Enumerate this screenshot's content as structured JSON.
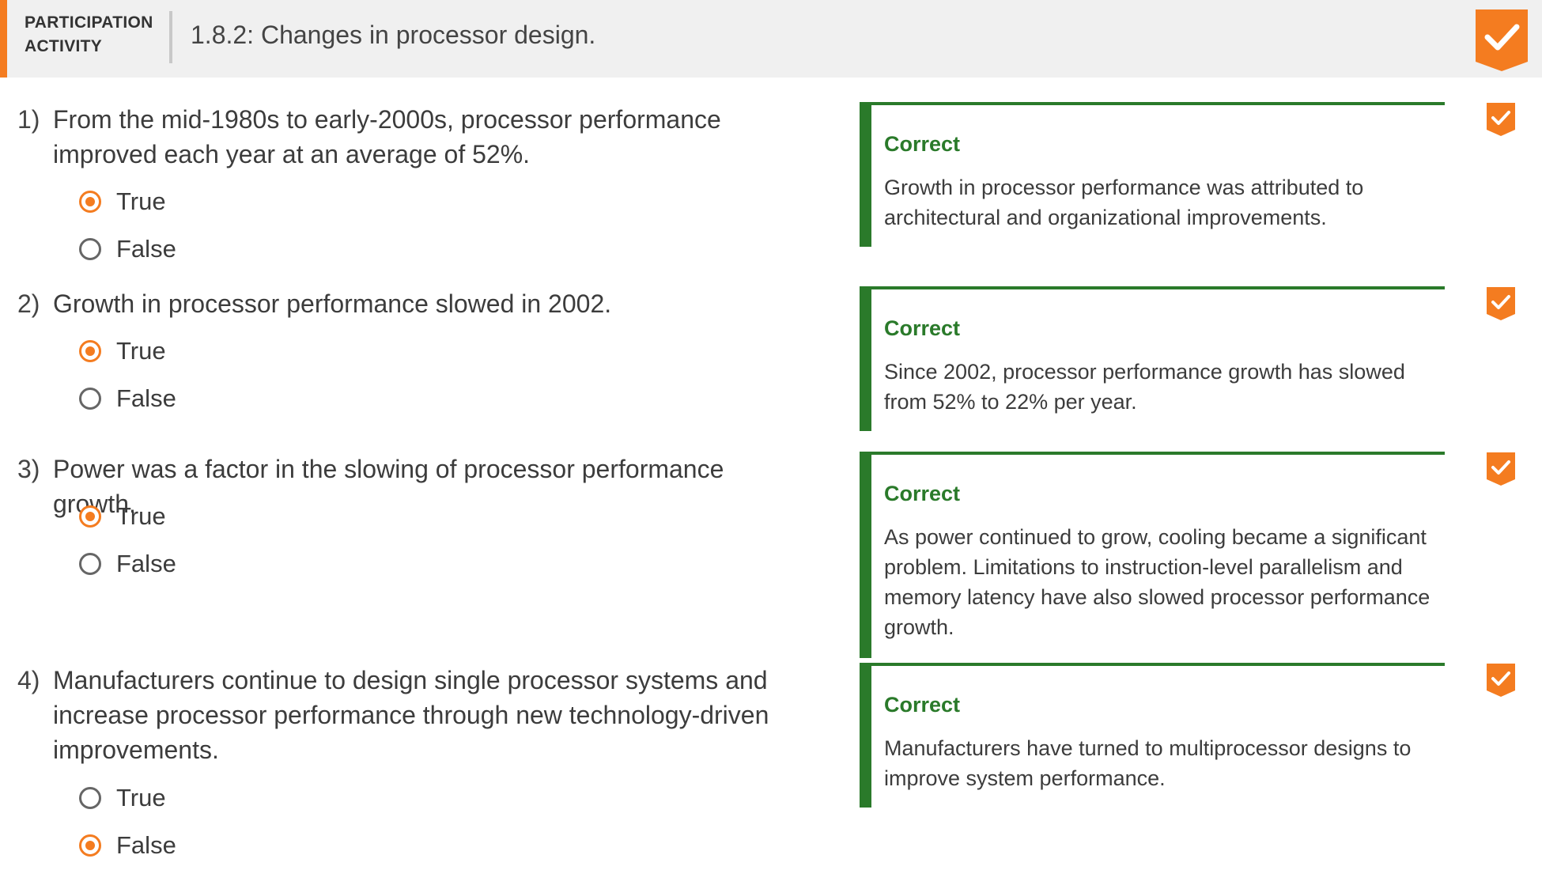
{
  "header": {
    "label_line1": "PARTICIPATION",
    "label_line2": "ACTIVITY",
    "title": "1.8.2: Changes in processor design.",
    "complete_icon": "orange-check-ribbon-icon"
  },
  "colors": {
    "accent": "#f47c20",
    "correct": "#2a7a2a",
    "header_bg": "#f0f0f0"
  },
  "questions": [
    {
      "number": "1)",
      "text": "From the mid-1980s to early-2000s, processor performance improved each year at an average of 52%.",
      "options": [
        {
          "label": "True",
          "selected": true
        },
        {
          "label": "False",
          "selected": false
        }
      ],
      "feedback": {
        "heading": "Correct",
        "text": "Growth in processor performance was attributed to architectural and organizational improvements."
      }
    },
    {
      "number": "2)",
      "text": "Growth in processor performance slowed in 2002.",
      "options": [
        {
          "label": "True",
          "selected": true
        },
        {
          "label": "False",
          "selected": false
        }
      ],
      "feedback": {
        "heading": "Correct",
        "text": "Since 2002, processor performance growth has slowed from 52% to 22% per year."
      }
    },
    {
      "number": "3)",
      "text": "Power was a factor in the slowing of processor performance growth.",
      "options": [
        {
          "label": "True",
          "selected": true
        },
        {
          "label": "False",
          "selected": false
        }
      ],
      "feedback": {
        "heading": "Correct",
        "text": "As power continued to grow, cooling became a significant problem. Limitations to instruction-level parallelism and memory latency have also slowed processor performance growth."
      }
    },
    {
      "number": "4)",
      "text": "Manufacturers continue to design single processor systems and increase processor performance through new technology-driven improvements.",
      "options": [
        {
          "label": "True",
          "selected": false
        },
        {
          "label": "False",
          "selected": true
        }
      ],
      "feedback": {
        "heading": "Correct",
        "text": "Manufacturers have turned to multiprocessor designs to improve system performance."
      }
    }
  ]
}
